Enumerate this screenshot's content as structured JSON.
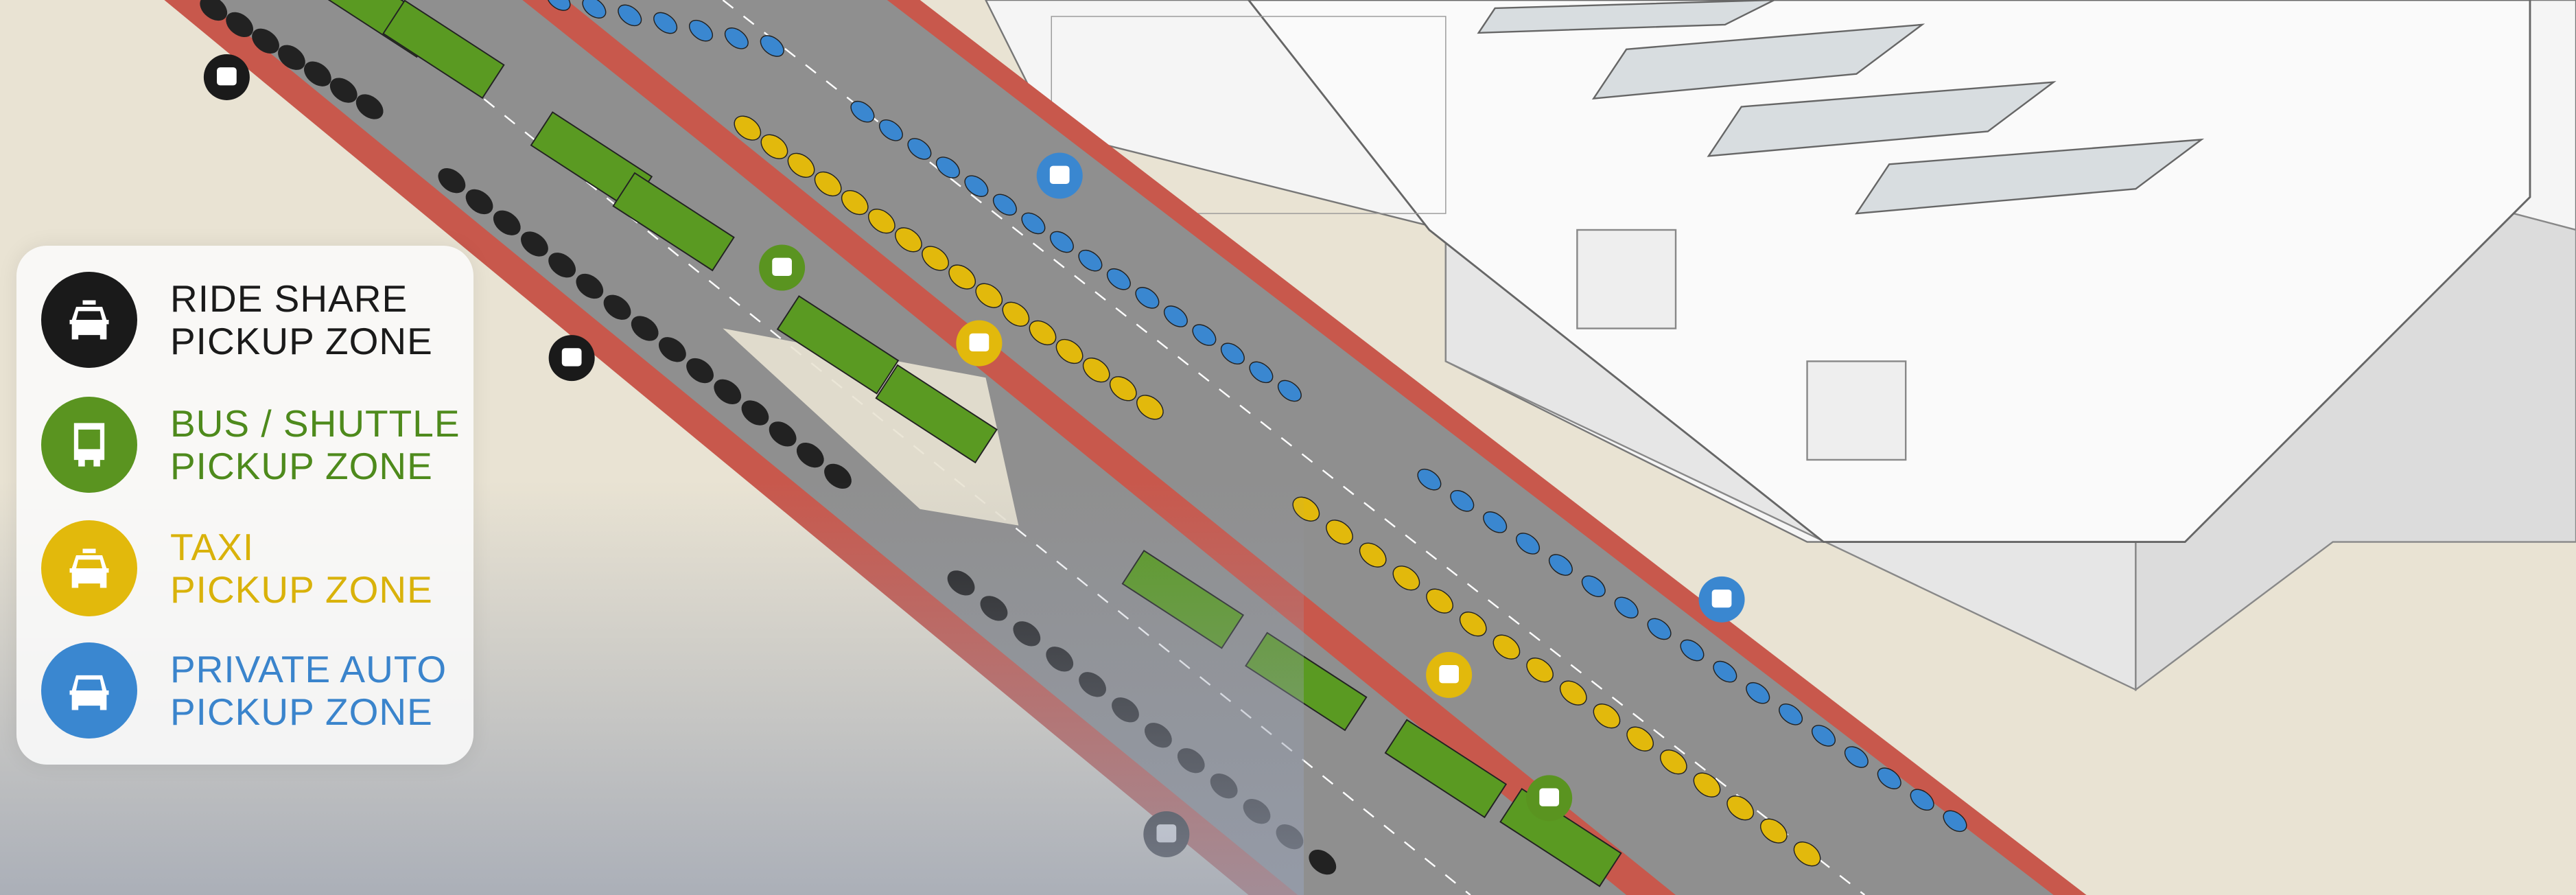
{
  "legend": {
    "items": [
      {
        "line1": "RIDE SHARE",
        "line2": "PICKUP ZONE",
        "icon": "taxi-car-icon",
        "color": "#1a1a1a",
        "text_color": "#1a1a1a"
      },
      {
        "line1": "BUS / SHUTTLE",
        "line2": "PICKUP ZONE",
        "icon": "bus-icon",
        "color": "#5a9420",
        "text_color": "#4e8a1c"
      },
      {
        "line1": "TAXI",
        "line2": "PICKUP ZONE",
        "icon": "taxi-car-icon",
        "color": "#e2b90c",
        "text_color": "#d9b20a"
      },
      {
        "line1": "PRIVATE AUTO",
        "line2": "PICKUP ZONE",
        "icon": "car-icon",
        "color": "#3a87d0",
        "text_color": "#3a84cc"
      }
    ]
  },
  "colors": {
    "road": "#8e8e8e",
    "curb": "#c8584c",
    "ground": "#e9e3d3",
    "building": "#f4f4f4"
  }
}
